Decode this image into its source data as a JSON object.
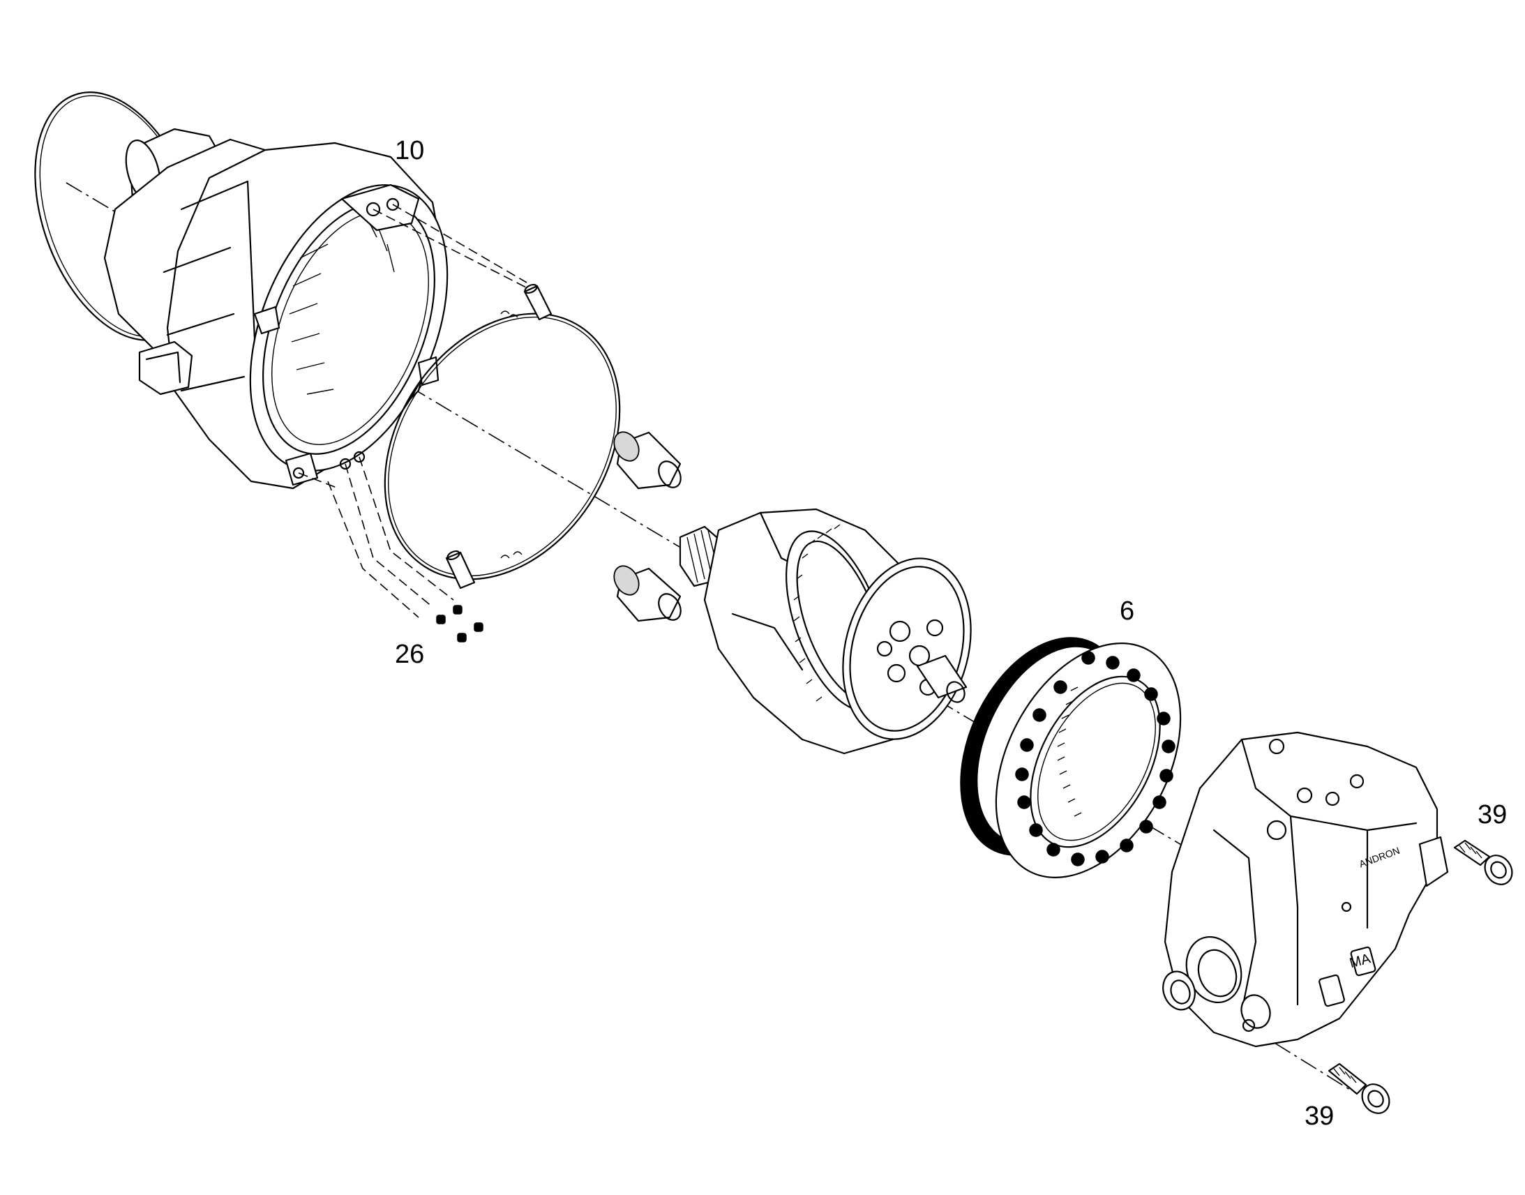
{
  "callouts": {
    "part_10": "10",
    "part_26": "26",
    "part_6": "6",
    "part_39_upper": "39",
    "part_39_lower": "39"
  },
  "colors": {
    "line": "#000000",
    "background": "#ffffff"
  }
}
